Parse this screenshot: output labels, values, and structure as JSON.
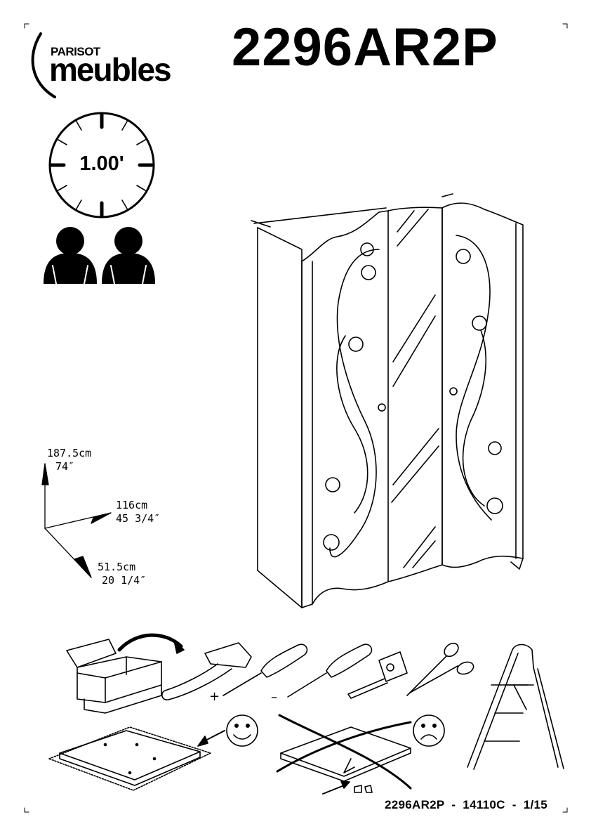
{
  "brand": {
    "line1": "PARISOT",
    "line2": "meubles"
  },
  "product": {
    "reference": "2296AR2P"
  },
  "assembly": {
    "duration": "1.00'",
    "persons_required": 2
  },
  "dimensions": {
    "height": {
      "cm": "187.5cm",
      "inch": "74″"
    },
    "width": {
      "cm": "116cm",
      "inch": "45 3/4″"
    },
    "depth": {
      "cm": "51.5cm",
      "inch": "20 1/4″"
    }
  },
  "tools": {
    "items": [
      "toolbox-icon",
      "hammer-icon",
      "phillips-screwdriver-icon",
      "flat-screwdriver-icon",
      "tape-measure-icon",
      "scissors-icon",
      "stepladder-icon"
    ],
    "phillips_mark": "+",
    "flat_mark": "–"
  },
  "footer": {
    "reference": "2296AR2P  -  14110C  -  1/15"
  }
}
